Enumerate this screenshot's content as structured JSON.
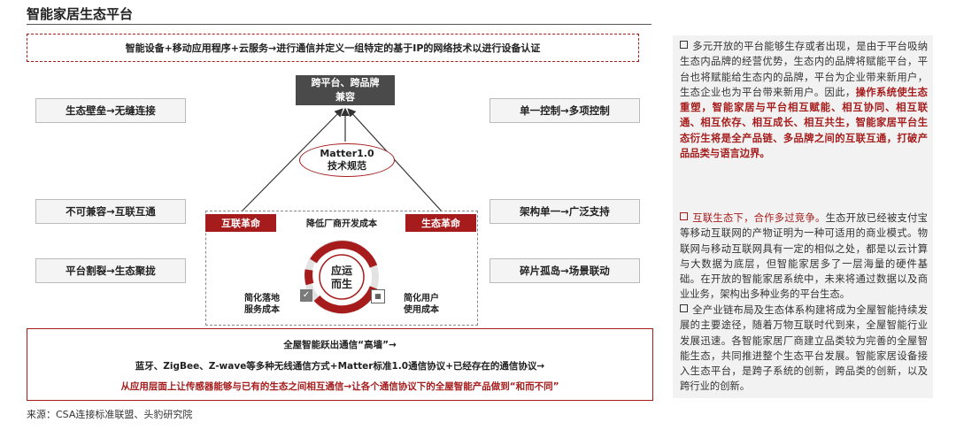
{
  "title": "智能家居生态平台",
  "banner": "智能设备+移动应用程序+云服务→进行通信并定义一组特定的基于IP的网络技术以进行设备认证",
  "left_items": [
    "生态壁垒→无缝连接",
    "不可兼容→互联互通",
    "平台割裂→生态聚拢"
  ],
  "right_items": [
    "单一控制→多项控制",
    "架构单一→广泛支持",
    "碎片孤岛→场景联动"
  ],
  "diagram": {
    "top_line1": "跨平台、跨品牌",
    "top_line2": "兼容",
    "matter_line1": "Matter1.0",
    "matter_line2": "技术规范",
    "left_tag": "互联革命",
    "right_tag": "生态革命",
    "cycle_top": "降低厂商开发成本",
    "cycle_center_line1": "应运",
    "cycle_center_line2": "而生",
    "cycle_left_line1": "简化落地",
    "cycle_left_line2": "服务成本",
    "cycle_right_line1": "简化用户",
    "cycle_right_line2": "使用成本"
  },
  "bottom": {
    "line1": "全屋智能跃出通信“高墙”→",
    "line2": "蓝牙、ZigBee、Z-wave等多种无线通信方式+Matter标准1.0通信协议+已经存在的通信协议→",
    "line3": "从应用层面上让传感器能够与已有的生态之间相互通信→让各个通信协议下的全屋智能产品做到“和而不同”"
  },
  "source": "来源：CSA连接标准联盟、头豹研究院",
  "right_panel": {
    "p1_plain": "多元开放的平台能够生存或者出现，是由于平台吸纳生态内品牌的经营优势，生态内的品牌将赋能平台，平台也将赋能给生态内的品牌，平台为企业带来新用户，生态企业也为平台带来新用户。因此，",
    "p1_bold": "操作系统使生态重塑，智能家居与平台相互赋能、相互协同、相互联通、相互依存、相互成长、相互共生，智能家居平台生态衍生将是全产品链、多品牌之间的互联互通，打破产品品类与语言边界。",
    "p2_red": "互联生态下，合作多过竞争。",
    "p2_plain": "生态开放已经被支付宝等移动互联网的产物证明为一种可适用的商业模式。物联网与移动互联网具有一定的相似之处，都是以云计算与大数据为底层，但智能家居多了一层海量的硬件基础。在开放的智能家居系统中，未来将通过数据以及商业业务，架构出多种业务的平台生态。",
    "p3_plain": "全产业链布局及生态体系构建将成为全屋智能持续发展的主要途径，随着万物互联时代到来，全屋智能行业发展迅速。各智能家居厂商建立品类较为完善的全屋智能生态，共同推进整个生态平台发展。智能家居设备接入生态平台，是跨子系统的创新，跨品类的创新，以及跨行业的创新。"
  },
  "colors": {
    "accent": "#a61c1c",
    "dark_box": "#4a4a4a",
    "panel": "#f2f2f2"
  }
}
